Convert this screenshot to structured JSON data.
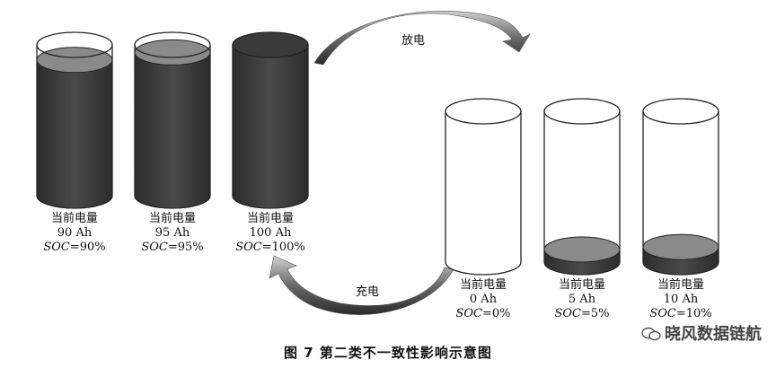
{
  "cells": [
    {
      "label": "当前电量",
      "capacity": "90 Ah",
      "soc_label": "SOC",
      "soc_value": "=90%",
      "fill_fraction": 0.9
    },
    {
      "label": "当前电量",
      "capacity": "95 Ah",
      "soc_label": "SOC",
      "soc_value": "=95%",
      "fill_fraction": 0.95
    },
    {
      "label": "当前电量",
      "capacity": "100 Ah",
      "soc_label": "SOC",
      "soc_value": "=100%",
      "fill_fraction": 1.0
    },
    {
      "label": "当前电量",
      "capacity": "0 Ah",
      "soc_label": "SOC",
      "soc_value": "=0%",
      "fill_fraction": 0.0
    },
    {
      "label": "当前电量",
      "capacity": "5 Ah",
      "soc_label": "SOC",
      "soc_value": "=5%",
      "fill_fraction": 0.05
    },
    {
      "label": "当前电量",
      "capacity": "10 Ah",
      "soc_label": "SOC",
      "soc_value": "=10%",
      "fill_fraction": 0.1
    }
  ],
  "arrows": {
    "discharge": "放电",
    "charge": "充电"
  },
  "caption": "图 7    第二类不一致性影响示意图",
  "watermark": "晓风数据链航",
  "colors": {
    "fill": "#3a3a3a",
    "fill_top": "#8a8a8a",
    "outline": "#222222",
    "arrow": "#4a4a4a"
  }
}
